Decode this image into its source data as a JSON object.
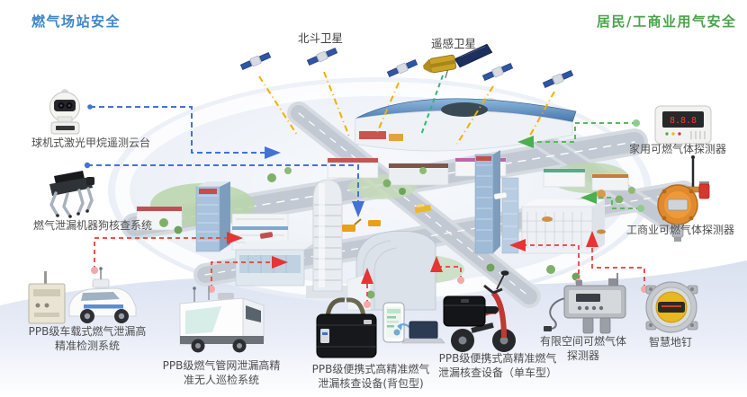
{
  "titles": {
    "left": "燃气场站安全",
    "right": "居民/工商业用气安全"
  },
  "satellites": {
    "beidou_label": "北斗卫星",
    "remote_label": "遥感卫星"
  },
  "devices": {
    "ptz": {
      "label": "球机式激光甲烷遥测云台"
    },
    "robot_dog": {
      "label": "燃气泄漏机器狗核查系统"
    },
    "vehicle": {
      "label": "PPB级车载式燃气泄漏高\n精准检测系统"
    },
    "patrol_van": {
      "label": "PPB级燃气管网泄漏高精\n准无人巡检系统"
    },
    "backpack": {
      "label": "PPB级便携式高精准燃气\n泄漏核查设备(背包型)"
    },
    "scooter": {
      "label": "PPB级便携式高精准燃气\n泄漏核查设备（单车型）"
    },
    "confined_space": {
      "label": "有限空间可燃气体\n探测器"
    },
    "smart_nail": {
      "label": "智慧地钉"
    },
    "home_detector": {
      "label": "家用可燃气体探测器"
    },
    "industrial_detector": {
      "label": "工商业可燃气体探测器"
    }
  },
  "colors": {
    "title_left_blue": "#3e87c8",
    "title_right_green": "#4aa34a",
    "connector_blue": "#4472d4",
    "connector_red": "#ec5050",
    "connector_red_dot": "#f5a8a8",
    "connector_green": "#5cb85c",
    "satellite_line_yellow": "#f0b000",
    "label_text": "#4e4e4e"
  }
}
